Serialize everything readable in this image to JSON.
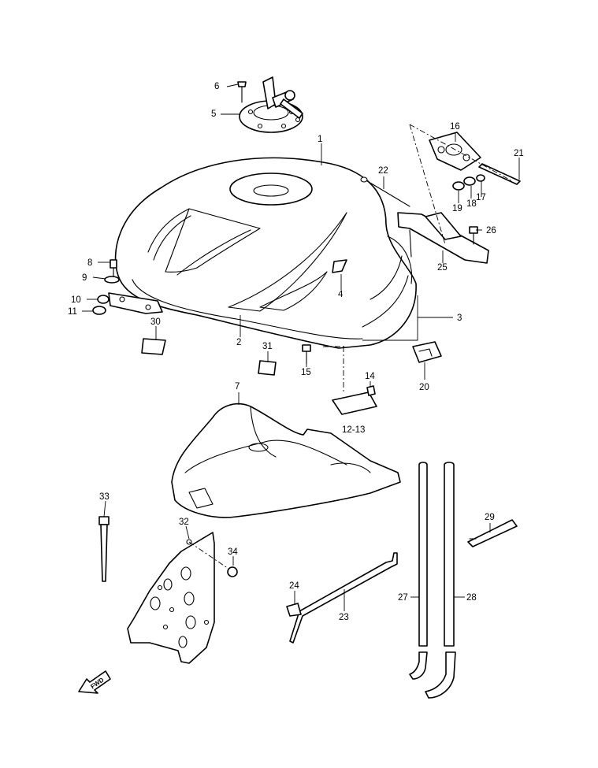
{
  "diagram": {
    "callouts": [
      {
        "id": "c1",
        "label": "1"
      },
      {
        "id": "c2",
        "label": "2"
      },
      {
        "id": "c3",
        "label": "3"
      },
      {
        "id": "c4",
        "label": "4"
      },
      {
        "id": "c5",
        "label": "5"
      },
      {
        "id": "c6",
        "label": "6"
      },
      {
        "id": "c7",
        "label": "7"
      },
      {
        "id": "c8",
        "label": "8"
      },
      {
        "id": "c9",
        "label": "9"
      },
      {
        "id": "c10",
        "label": "10"
      },
      {
        "id": "c11",
        "label": "11"
      },
      {
        "id": "c12",
        "label": "12-13"
      },
      {
        "id": "c14",
        "label": "14"
      },
      {
        "id": "c15",
        "label": "15"
      },
      {
        "id": "c16",
        "label": "16"
      },
      {
        "id": "c17",
        "label": "17"
      },
      {
        "id": "c18",
        "label": "18"
      },
      {
        "id": "c19",
        "label": "19"
      },
      {
        "id": "c20",
        "label": "20"
      },
      {
        "id": "c21",
        "label": "21"
      },
      {
        "id": "c22",
        "label": "22"
      },
      {
        "id": "c23",
        "label": "23"
      },
      {
        "id": "c24",
        "label": "24"
      },
      {
        "id": "c25",
        "label": "25"
      },
      {
        "id": "c26",
        "label": "26"
      },
      {
        "id": "c27",
        "label": "27"
      },
      {
        "id": "c28",
        "label": "28"
      },
      {
        "id": "c29",
        "label": "29"
      },
      {
        "id": "c30",
        "label": "30"
      },
      {
        "id": "c31",
        "label": "31"
      },
      {
        "id": "c32",
        "label": "32"
      },
      {
        "id": "c33",
        "label": "33"
      },
      {
        "id": "c34",
        "label": "34"
      }
    ],
    "fwd_label": "FWD"
  }
}
